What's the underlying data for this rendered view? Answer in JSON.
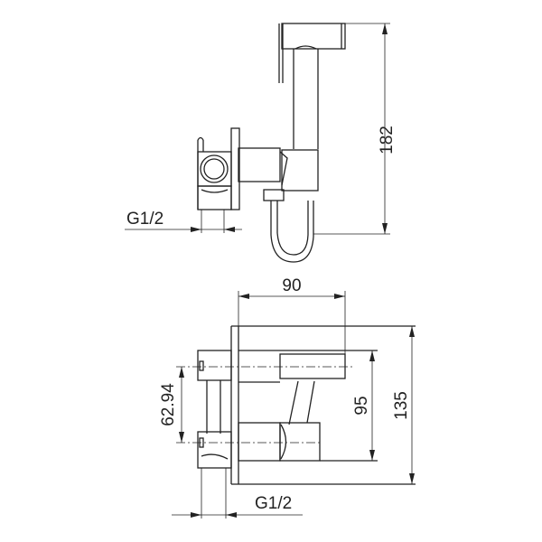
{
  "title": "Bidet sprayer with wall valve technical drawing",
  "top_view": {
    "dimensions": {
      "height": "182",
      "thread": "G1/2"
    }
  },
  "bottom_view": {
    "dimensions": {
      "width": "90",
      "spacing": "62.94",
      "inner_height": "95",
      "total_height": "135",
      "thread": "G1/2"
    }
  },
  "colors": {
    "line": "#222222",
    "background": "#ffffff"
  }
}
